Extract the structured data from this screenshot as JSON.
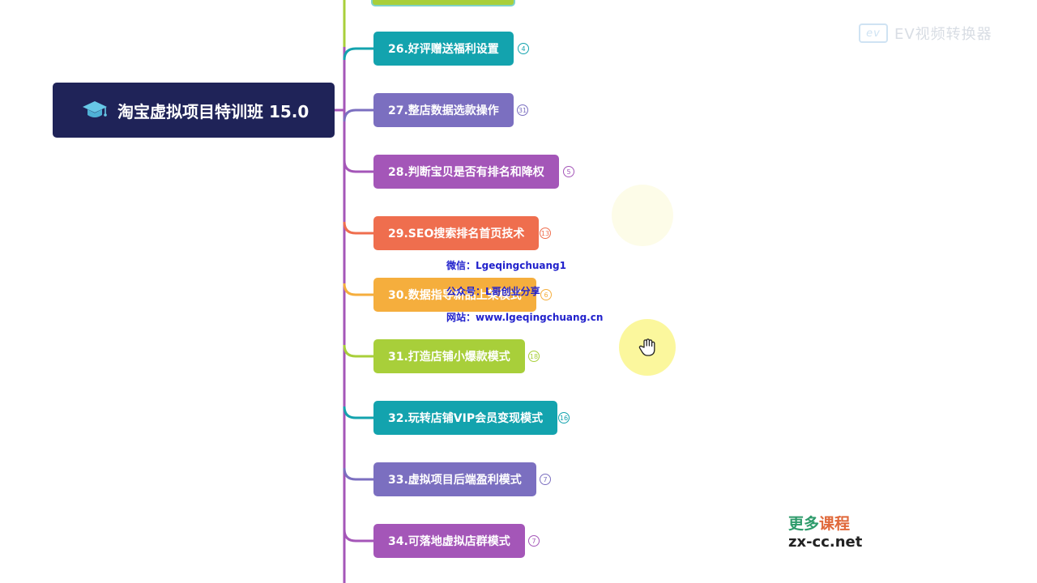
{
  "root": {
    "label": "淘宝虚拟项目特训班 15.0",
    "color": "#1f2358",
    "icon": "graduation-cap-icon"
  },
  "top_partial_color": "#a8cf3a",
  "topics": [
    {
      "label": "26.好评赠送福利设置",
      "count": "4",
      "color": "#13a3ae"
    },
    {
      "label": "27.整店数据选款操作",
      "count": "31",
      "color": "#7b6fc0"
    },
    {
      "label": "28.判断宝贝是否有排名和降权",
      "count": "5",
      "color": "#a456b8"
    },
    {
      "label": "29.SEO搜索排名首页技术",
      "count": "13",
      "color": "#ef6e4e"
    },
    {
      "label": "30.数据指导新品上架模式",
      "count": "6",
      "color": "#f5ae3d"
    },
    {
      "label": "31.打造店铺小爆款模式",
      "count": "18",
      "color": "#a8cf3a"
    },
    {
      "label": "32.玩转店铺VIP会员变现模式",
      "count": "16",
      "color": "#13a3ae"
    },
    {
      "label": "33.虚拟项目后端盈利模式",
      "count": "7",
      "color": "#7b6fc0"
    },
    {
      "label": "34.可落地虚拟店群模式",
      "count": "7",
      "color": "#a456b8"
    }
  ],
  "contact": {
    "wechat": "微信：Lgeqingchuang1",
    "official": "公众号：L哥创业分享",
    "website": "网站：www.lgeqingchuang.cn"
  },
  "watermark": {
    "logo": "ev",
    "text": "EV视频转换器"
  },
  "promo": {
    "part1": "更多",
    "part2": "课程",
    "url": "zx-cc.net"
  },
  "cursor_icon": "hand-pointer-icon"
}
